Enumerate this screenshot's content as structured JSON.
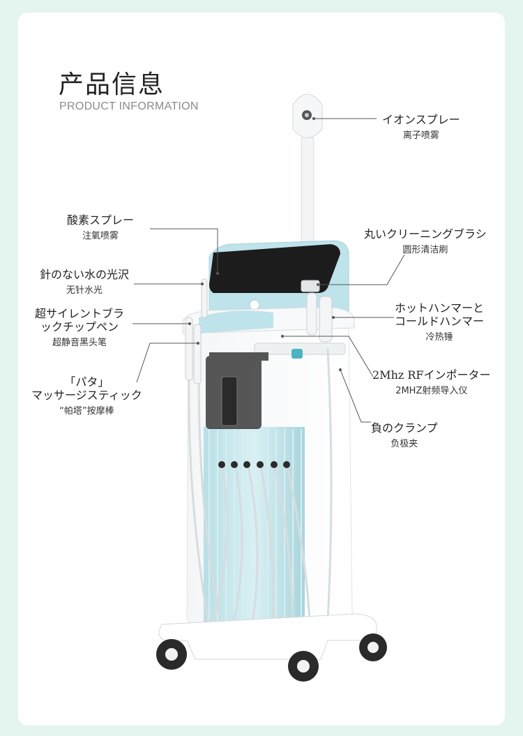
{
  "header": {
    "title": "产品信息",
    "subtitle": "PRODUCT INFORMATION"
  },
  "labels": {
    "ion_spray": {
      "jp": "イオンスプレー",
      "cn": "离子喷雾"
    },
    "oxygen_spray": {
      "jp": "酸素スプレー",
      "cn": "注氧喷雾"
    },
    "needle_free": {
      "jp": "針のない水の光沢",
      "cn": "无针水光"
    },
    "blackhead_pen": {
      "jp1": "超サイレントブラ",
      "jp2": "ックチップペン",
      "cn": "超静音黑头笔"
    },
    "pata_massage": {
      "jp1": "「パタ」",
      "jp2": "マッサージスティック",
      "cn": "“帕塔”按摩棒"
    },
    "round_brush": {
      "jp": "丸いクリーニングブラシ",
      "cn": "圆形清洁刷"
    },
    "hot_cold_hammer": {
      "jp1": "ホットハンマーと",
      "jp2": "コールドハンマー",
      "cn": "冷热锤"
    },
    "rf_importer": {
      "jp": "2Mhz RFインポーター",
      "cn": "2MHZ射频导入仪"
    },
    "negative_clamp": {
      "jp": "負のクランプ",
      "cn": "负极夹"
    }
  },
  "colors": {
    "page_bg": "#e4f4ef",
    "card_bg": "#ffffff",
    "machine_blue": "#bfe3ea",
    "screen": "#1c1c1c"
  }
}
